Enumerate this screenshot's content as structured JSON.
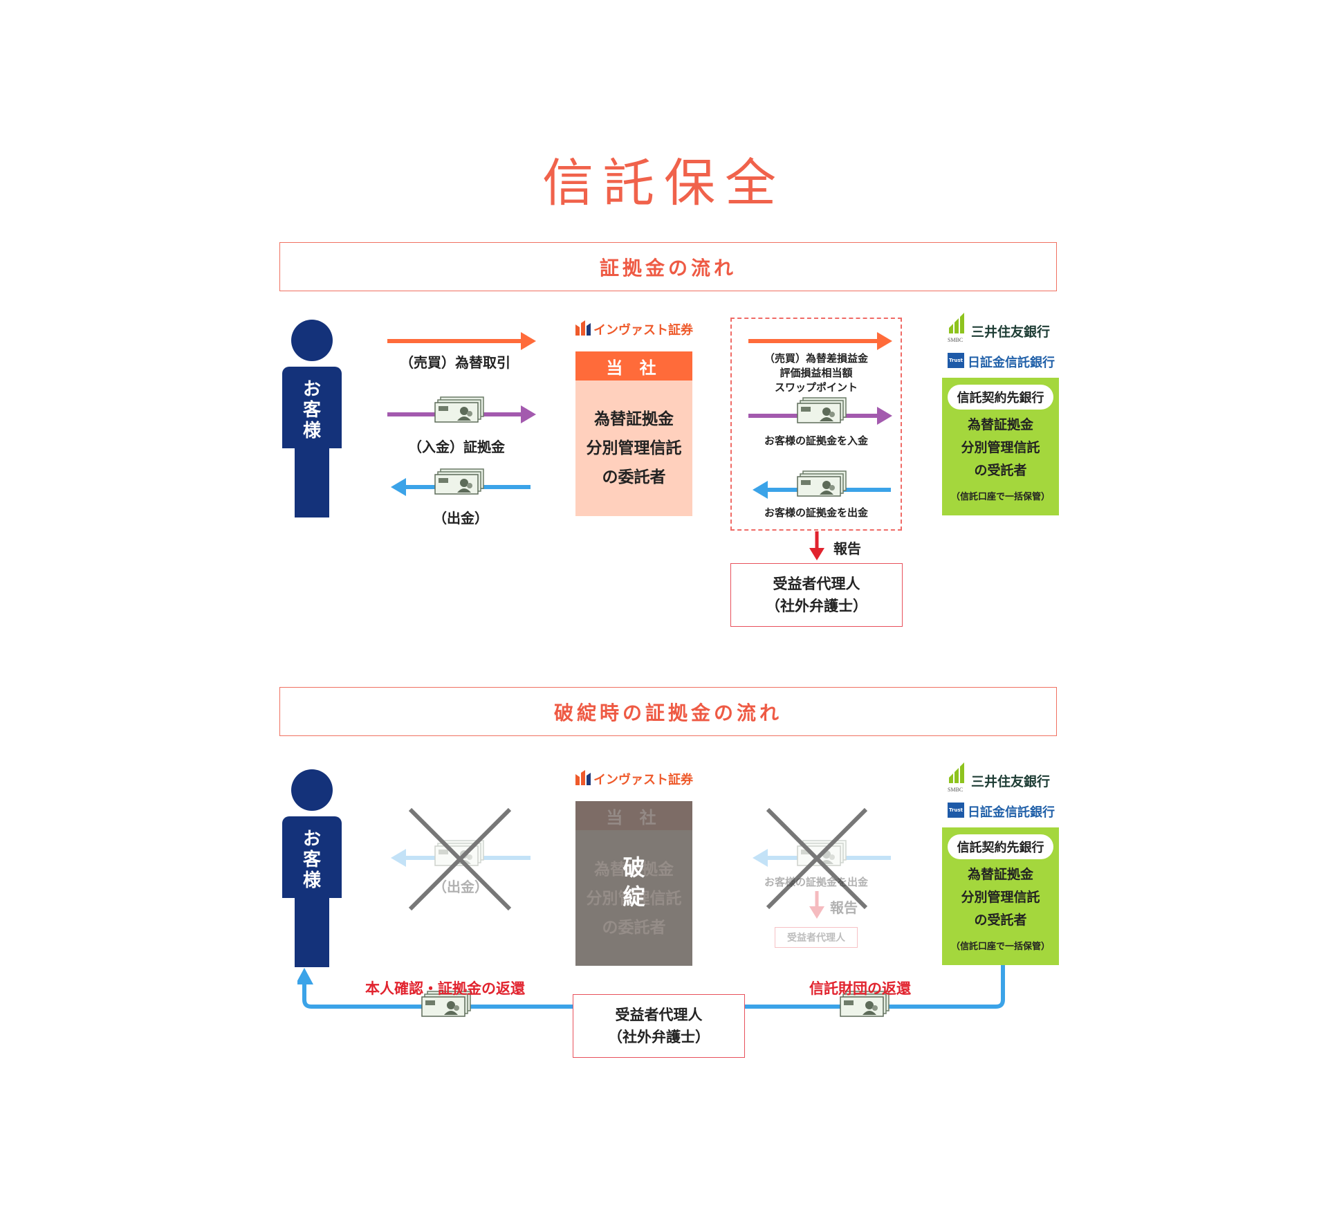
{
  "title": "信託保全",
  "section1": {
    "heading": "証拠金の流れ",
    "customer": "お客様",
    "arrow_trade": "（売買）為替取引",
    "arrow_deposit": "（入金）証拠金",
    "arrow_withdraw": "（出金）",
    "logo": "インヴァスト証券",
    "company_head": "当 社",
    "company_lines": [
      "為替証拠金",
      "分別管理信託",
      "の委託者"
    ],
    "mid_lines": [
      "（売買）為替差損益金",
      "評価損益相当額",
      "スワップポイント"
    ],
    "mid_deposit": "お客様の証拠金を入金",
    "mid_withdraw": "お客様の証拠金を出金",
    "report": "報告",
    "beneficiary_lines": [
      "受益者代理人",
      "（社外弁護士）"
    ],
    "bank1": "三井住友銀行",
    "bank1_badge": "SMBC",
    "bank2": "日証金信託銀行",
    "bank2_badge": "Trust",
    "trust_pill": "信託契約先銀行",
    "trust_lines": [
      "為替証拠金",
      "分別管理信託",
      "の受託者"
    ],
    "trust_note": "（信託口座で一括保管）"
  },
  "section2": {
    "heading": "破綻時の証拠金の流れ",
    "customer": "お客様",
    "arrow_withdraw": "（出金）",
    "logo": "インヴァスト証券",
    "company_head": "当 社",
    "company_lines": [
      "為替証拠金",
      "分別管理信託",
      "の委託者"
    ],
    "bankrupt": [
      "破",
      "綻"
    ],
    "mid_withdraw": "お客様の証拠金を出金",
    "report": "報告",
    "beneficiary_small": "受益者代理人",
    "bank1": "三井住友銀行",
    "bank1_badge": "SMBC",
    "bank2": "日証金信託銀行",
    "bank2_badge": "Trust",
    "trust_pill": "信託契約先銀行",
    "trust_lines": [
      "為替証拠金",
      "分別管理信託",
      "の受託者"
    ],
    "trust_note": "（信託口座で一括保管）",
    "return_left": "本人確認・証拠金の返還",
    "return_right": "信託財団の返還",
    "beneficiary_lines": [
      "受益者代理人",
      "（社外弁護士）"
    ]
  },
  "colors": {
    "accent": "#f0624b",
    "navy": "#14327a",
    "orange_arrow": "#ff6b3a",
    "purple_arrow": "#a35aae",
    "blue_arrow": "#3ba3e8",
    "report_arrow": "#e1232e",
    "green": "#a4d73d",
    "company": "#ff6b3a"
  }
}
